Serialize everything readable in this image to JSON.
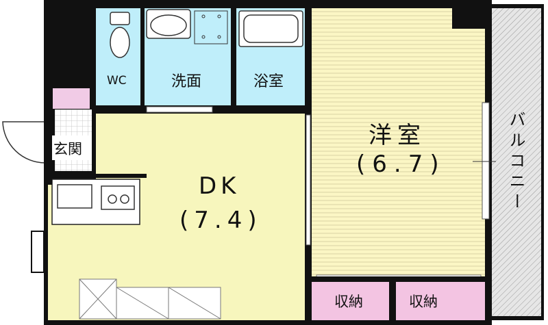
{
  "rooms": {
    "wc": "WC",
    "washroom": "洗面",
    "bathroom": "浴室",
    "western_room": "洋室",
    "western_room_size": "(6.7)",
    "entrance": "玄関",
    "dk": "DK",
    "dk_size": "(7.4)",
    "storage_1": "収納",
    "storage_2": "収納",
    "balcony": "バルコニー"
  },
  "colors": {
    "wall": "#111111",
    "wet_area": "#bfeefa",
    "western_room": "#fbf6c4",
    "dk": "#f7f6bd",
    "storage": "#f3c4e2",
    "entrance": "#f1cbe6",
    "balcony": "#e4e4e4",
    "kitchen": "#ffffff"
  }
}
